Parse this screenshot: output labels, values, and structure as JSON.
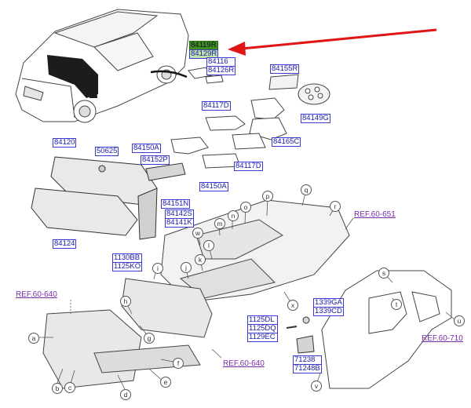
{
  "parts": {
    "p84119R": "84119R",
    "p84129R": "84129R",
    "p84116": "84116",
    "p84126R": "84126R",
    "p84155R": "84155R",
    "p84149G": "84149G",
    "p84117D_top": "84117D",
    "p84120": "84120",
    "p50625": "50625",
    "p84150A_left": "84150A",
    "p84152P": "84152P",
    "p84165C": "84165C",
    "p84117D_bottom": "84117D",
    "p84150A_bottom": "84150A",
    "p84151N": "84151N",
    "p84142S": "84142S",
    "p84141K": "84141K",
    "p84124": "84124",
    "p1130BB": "1130BB",
    "p1125KO": "1125KO",
    "p1125DL": "1125DL",
    "p1125DQ": "1125DQ",
    "p1129EC": "1129EC",
    "p1339GA": "1339GA",
    "p1339CD": "1339CD",
    "p71238": "71238",
    "p71248B": "71248B"
  },
  "refs": {
    "r651": "REF.60-651",
    "r640_left": "REF.60-640",
    "r640_bottom": "REF.60-640",
    "r710": "REF.60-710"
  },
  "callouts": {
    "a": "a",
    "b": "b",
    "c": "c",
    "d": "d",
    "e": "e",
    "f": "f",
    "g": "g",
    "h": "h",
    "i": "i",
    "j": "j",
    "k": "k",
    "l": "l",
    "m": "m",
    "n": "n",
    "o": "o",
    "p": "p",
    "q": "q",
    "r": "r",
    "s": "s",
    "t": "t",
    "u": "u",
    "v": "v",
    "w": "w",
    "x": "x"
  },
  "colors": {
    "arrow": "#e01515",
    "label_border": "#3a3ad0",
    "label_text": "#1a1aa8",
    "selected_bg": "#3f8f1a",
    "highlight_bg": "#bfe3a8",
    "ref_text": "#7a2aa8"
  }
}
